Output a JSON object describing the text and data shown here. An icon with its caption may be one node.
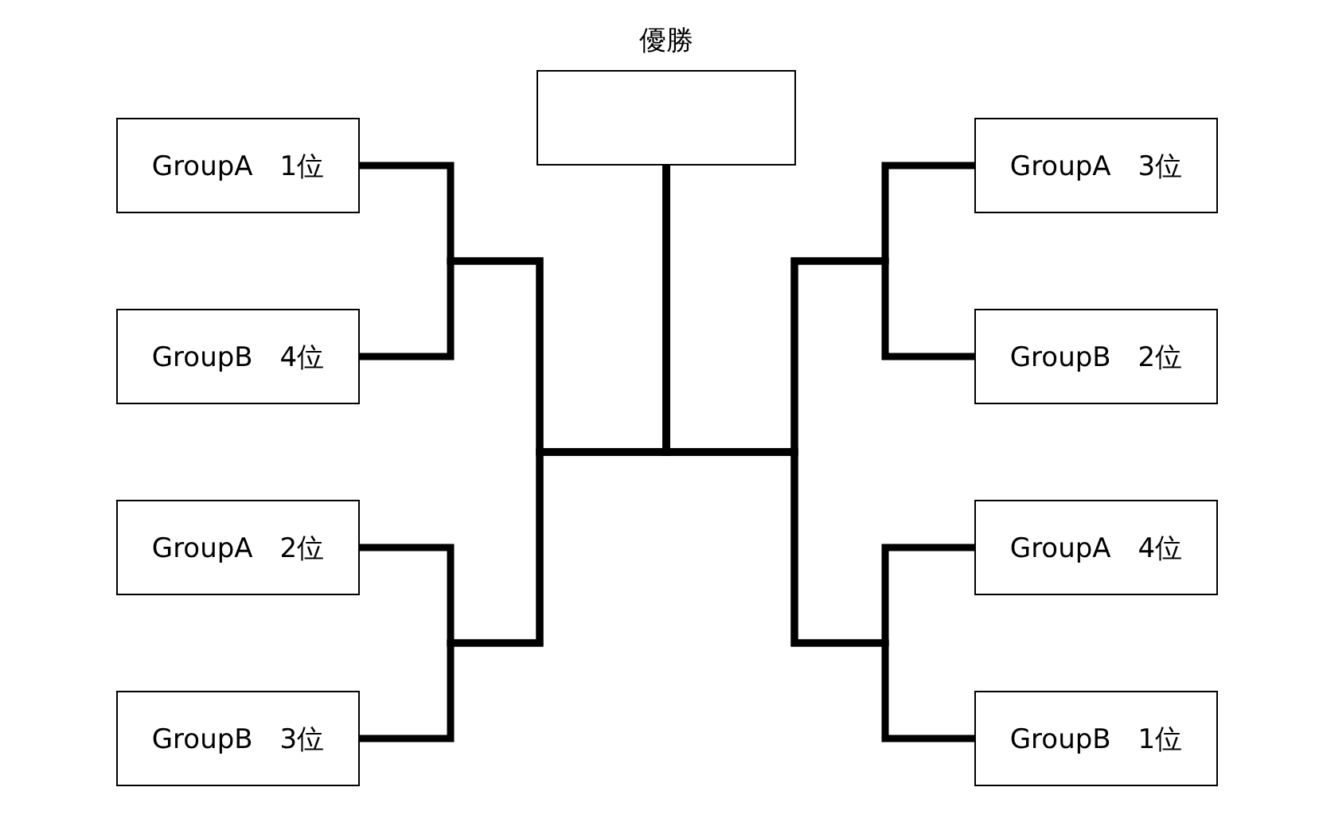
{
  "diagram": {
    "nodes": [
      {
        "text": [
          "優勝"
        ]
      },
      {
        "text": [
          "GroupA　1位"
        ]
      },
      {
        "text": [
          "GroupA　3位"
        ]
      },
      {
        "text": [
          "GroupB　4位"
        ]
      },
      {
        "text": [
          "GroupB　2位"
        ]
      },
      {
        "text": [
          "GroupA　2位"
        ]
      },
      {
        "text": [
          "GroupA　4位"
        ]
      },
      {
        "text": [
          "GroupB　3位"
        ]
      },
      {
        "text": [
          "GroupB　1位"
        ]
      }
    ],
    "edges": [
      {
        "from": 1,
        "to": 0,
        "arrow": "none"
      },
      {
        "from": 2,
        "to": 0,
        "arrow": "none"
      },
      {
        "from": 3,
        "to": 0,
        "arrow": "none"
      },
      {
        "from": 4,
        "to": 0,
        "arrow": "none"
      },
      {
        "from": 5,
        "to": 0,
        "arrow": "none"
      },
      {
        "from": 6,
        "to": 0,
        "arrow": "none"
      },
      {
        "from": 7,
        "to": 0,
        "arrow": "none"
      },
      {
        "from": 8,
        "to": 0,
        "arrow": "none"
      }
    ]
  }
}
